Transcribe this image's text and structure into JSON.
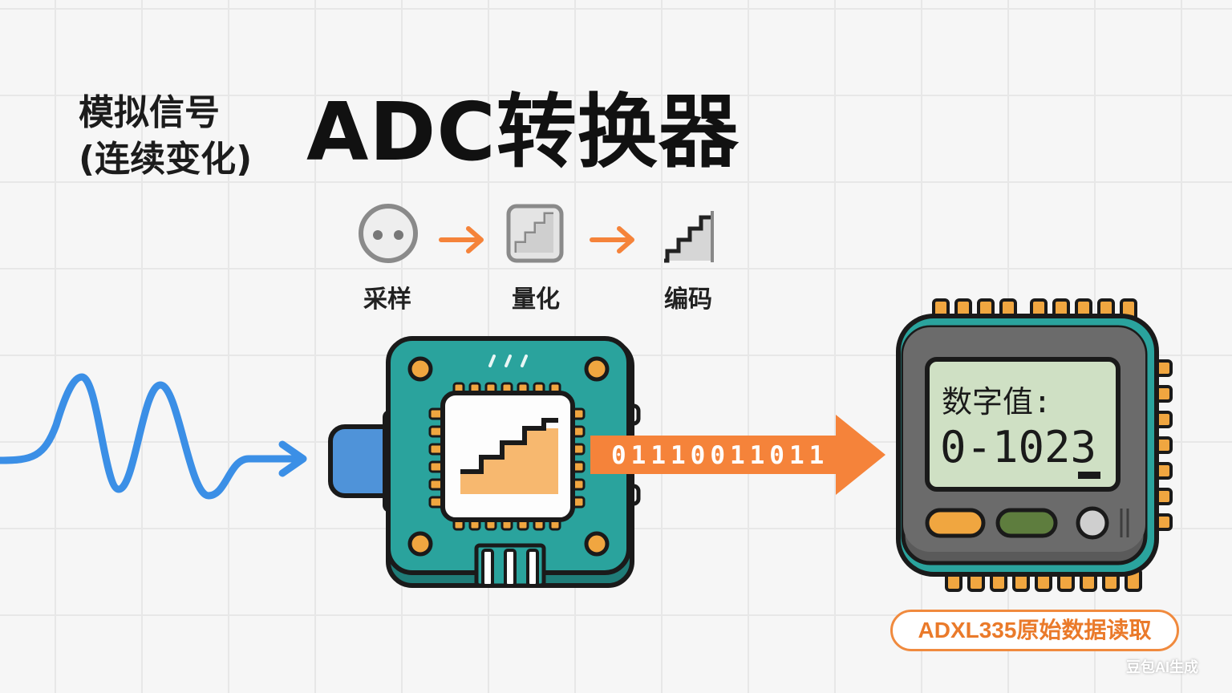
{
  "title": "ADC转换器",
  "analog_signal": {
    "line1": "模拟信号",
    "line2": "(连续变化)"
  },
  "steps": [
    {
      "label": "采样",
      "icon": "sampling-icon"
    },
    {
      "label": "量化",
      "icon": "quantization-icon"
    },
    {
      "label": "编码",
      "icon": "encoding-icon"
    }
  ],
  "binary_output": "01110011011",
  "display": {
    "line1": "数字值:",
    "line2": "0-1023"
  },
  "badge": "ADXL335原始数据读取",
  "watermark": "豆包AI生成",
  "colors": {
    "signal_wave": "#3b8fe6",
    "arrow_orange": "#f5833a",
    "board_teal": "#2aa39d",
    "device_body": "#5a5a5a",
    "screen": "#cfe0c4"
  }
}
